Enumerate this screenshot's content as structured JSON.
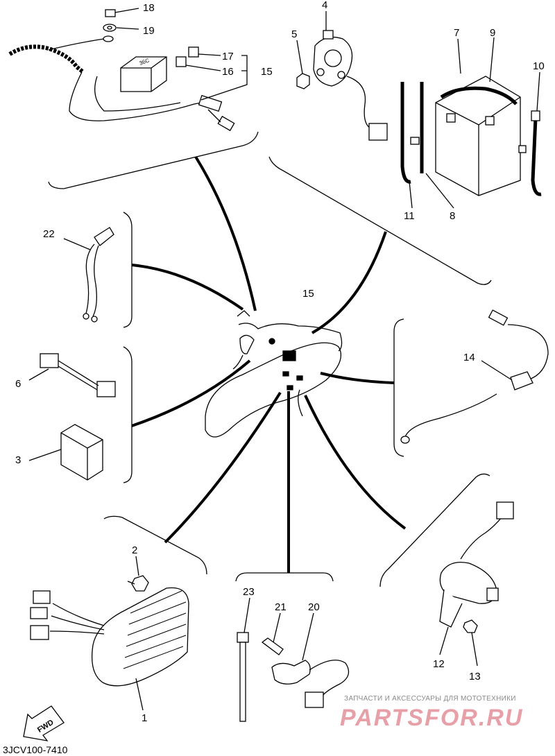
{
  "diagram": {
    "callouts": [
      {
        "id": "c1",
        "label": "1"
      },
      {
        "id": "c2",
        "label": "2"
      },
      {
        "id": "c3",
        "label": "3"
      },
      {
        "id": "c4",
        "label": "4"
      },
      {
        "id": "c5",
        "label": "5"
      },
      {
        "id": "c6",
        "label": "6"
      },
      {
        "id": "c7",
        "label": "7"
      },
      {
        "id": "c8",
        "label": "8"
      },
      {
        "id": "c9",
        "label": "9"
      },
      {
        "id": "c10",
        "label": "10"
      },
      {
        "id": "c11",
        "label": "11"
      },
      {
        "id": "c12",
        "label": "12"
      },
      {
        "id": "c13",
        "label": "13"
      },
      {
        "id": "c14",
        "label": "14"
      },
      {
        "id": "c15a",
        "label": "15"
      },
      {
        "id": "c15b",
        "label": "15"
      },
      {
        "id": "c16",
        "label": "16"
      },
      {
        "id": "c17",
        "label": "17"
      },
      {
        "id": "c18",
        "label": "18"
      },
      {
        "id": "c19",
        "label": "19"
      },
      {
        "id": "c20",
        "label": "20"
      },
      {
        "id": "c21",
        "label": "21"
      },
      {
        "id": "c22",
        "label": "22"
      },
      {
        "id": "c23",
        "label": "23"
      }
    ],
    "fwd_label": "FWD",
    "relay_marking": "36C",
    "part_number": "3JCV100-7410"
  },
  "watermark": {
    "tagline": "ЗАПЧАСТИ И АКСЕССУАРЫ ДЛЯ МОТОТЕХНИКИ",
    "brand": "PARTSFOR.RU"
  }
}
